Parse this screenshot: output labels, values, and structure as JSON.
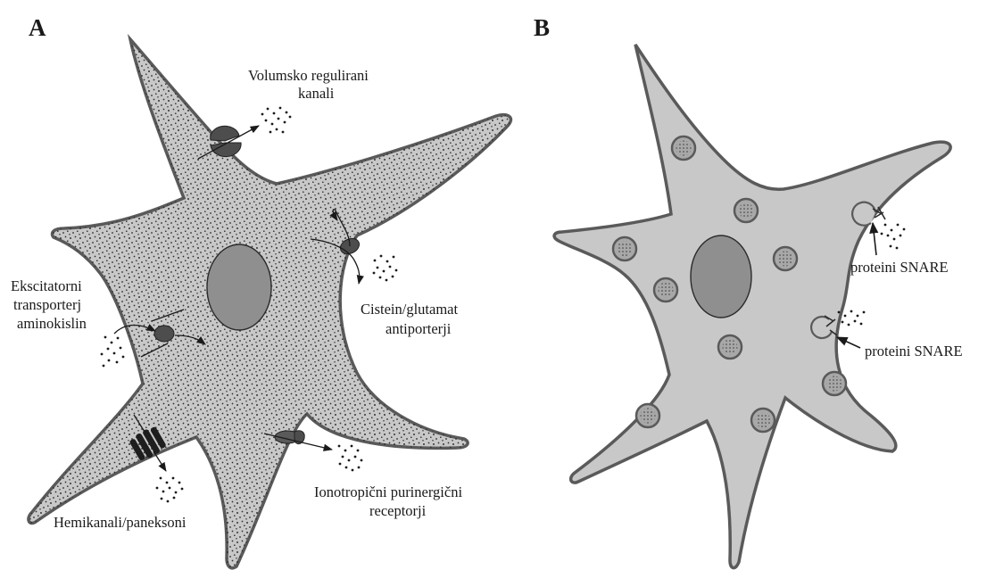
{
  "panel_a": {
    "letter": "A",
    "labels": {
      "volume_regulated": [
        "Volumsko regulirani",
        "kanali"
      ],
      "cystine_glutamate": [
        "Cistein/glutamat",
        "antiporterji"
      ],
      "eaat": [
        "Ekscitatorni",
        "transporterj",
        "aminokislin"
      ],
      "hemichannels": [
        "Hemikanali/paneksoni"
      ],
      "p2x": [
        "Ionotropični purinergični",
        "receptorji"
      ]
    }
  },
  "panel_b": {
    "letter": "B",
    "labels": {
      "snare_upper": "proteini SNARE",
      "snare_lower": "proteini SNARE"
    }
  },
  "colors": {
    "cytoplasm": "#c8c8c8",
    "outline": "#5a5a5a",
    "nucleus": "#8f8f8f",
    "protein": "#4d4d4d",
    "hemichannel": "#1e1e1e",
    "dots": "#222222"
  }
}
